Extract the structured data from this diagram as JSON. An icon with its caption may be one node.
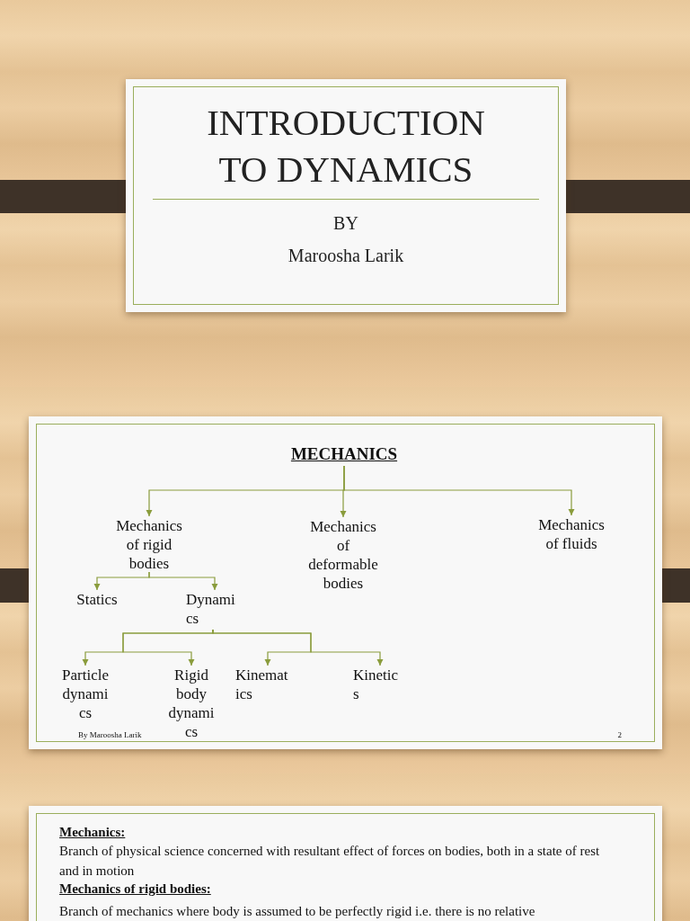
{
  "diagram": {
    "nodes": [
      {
        "text": [
          "INTRODUCTION TO DYNAMICS",
          "BY",
          "Maroosha Larik"
        ]
      },
      {
        "text": [
          "By Maroosha Larik",
          "2"
        ]
      },
      {
        "text": [
          "MECHANICS"
        ],
        "in": 1
      },
      {
        "text": [
          "Mechanics of rigid bodies"
        ],
        "in": 1
      },
      {
        "text": [
          "Mechanics of deformable bodies"
        ],
        "in": 1
      },
      {
        "text": [
          "Mechanics of fluids"
        ],
        "in": 1
      },
      {
        "text": [
          "Statics"
        ],
        "in": 1
      },
      {
        "text": [
          "Dynami cs"
        ],
        "in": 1
      },
      {
        "text": [
          "Particle dynami cs"
        ],
        "in": 1
      },
      {
        "text": [
          "Rigid body dynami cs"
        ],
        "in": 1
      },
      {
        "text": [
          "Kinemat ics"
        ],
        "in": 1
      },
      {
        "text": [
          "Kinetic s"
        ],
        "in": 1
      },
      {
        "text": [
          "Mechanics:",
          "Branch of physical science concerned with resultant effect of forces on bodies, both in a state of rest and in motion",
          "Mechanics of rigid bodies:",
          "Branch of mechanics where body is assumed to be perfectly rigid i.e. there is no relative"
        ]
      }
    ],
    "edges": [
      {
        "from": 2,
        "to": 3,
        "arrow": "to"
      },
      {
        "from": 2,
        "to": 4,
        "arrow": "to"
      },
      {
        "from": 2,
        "to": 5,
        "arrow": "to"
      },
      {
        "from": 3,
        "to": 6,
        "arrow": "to"
      },
      {
        "from": 3,
        "to": 7,
        "arrow": "to"
      },
      {
        "from": 7,
        "to": 8,
        "arrow": "to"
      },
      {
        "from": 7,
        "to": 9,
        "arrow": "to"
      },
      {
        "from": 7,
        "to": 10,
        "arrow": "to"
      },
      {
        "from": 7,
        "to": 11,
        "arrow": "to"
      }
    ]
  }
}
